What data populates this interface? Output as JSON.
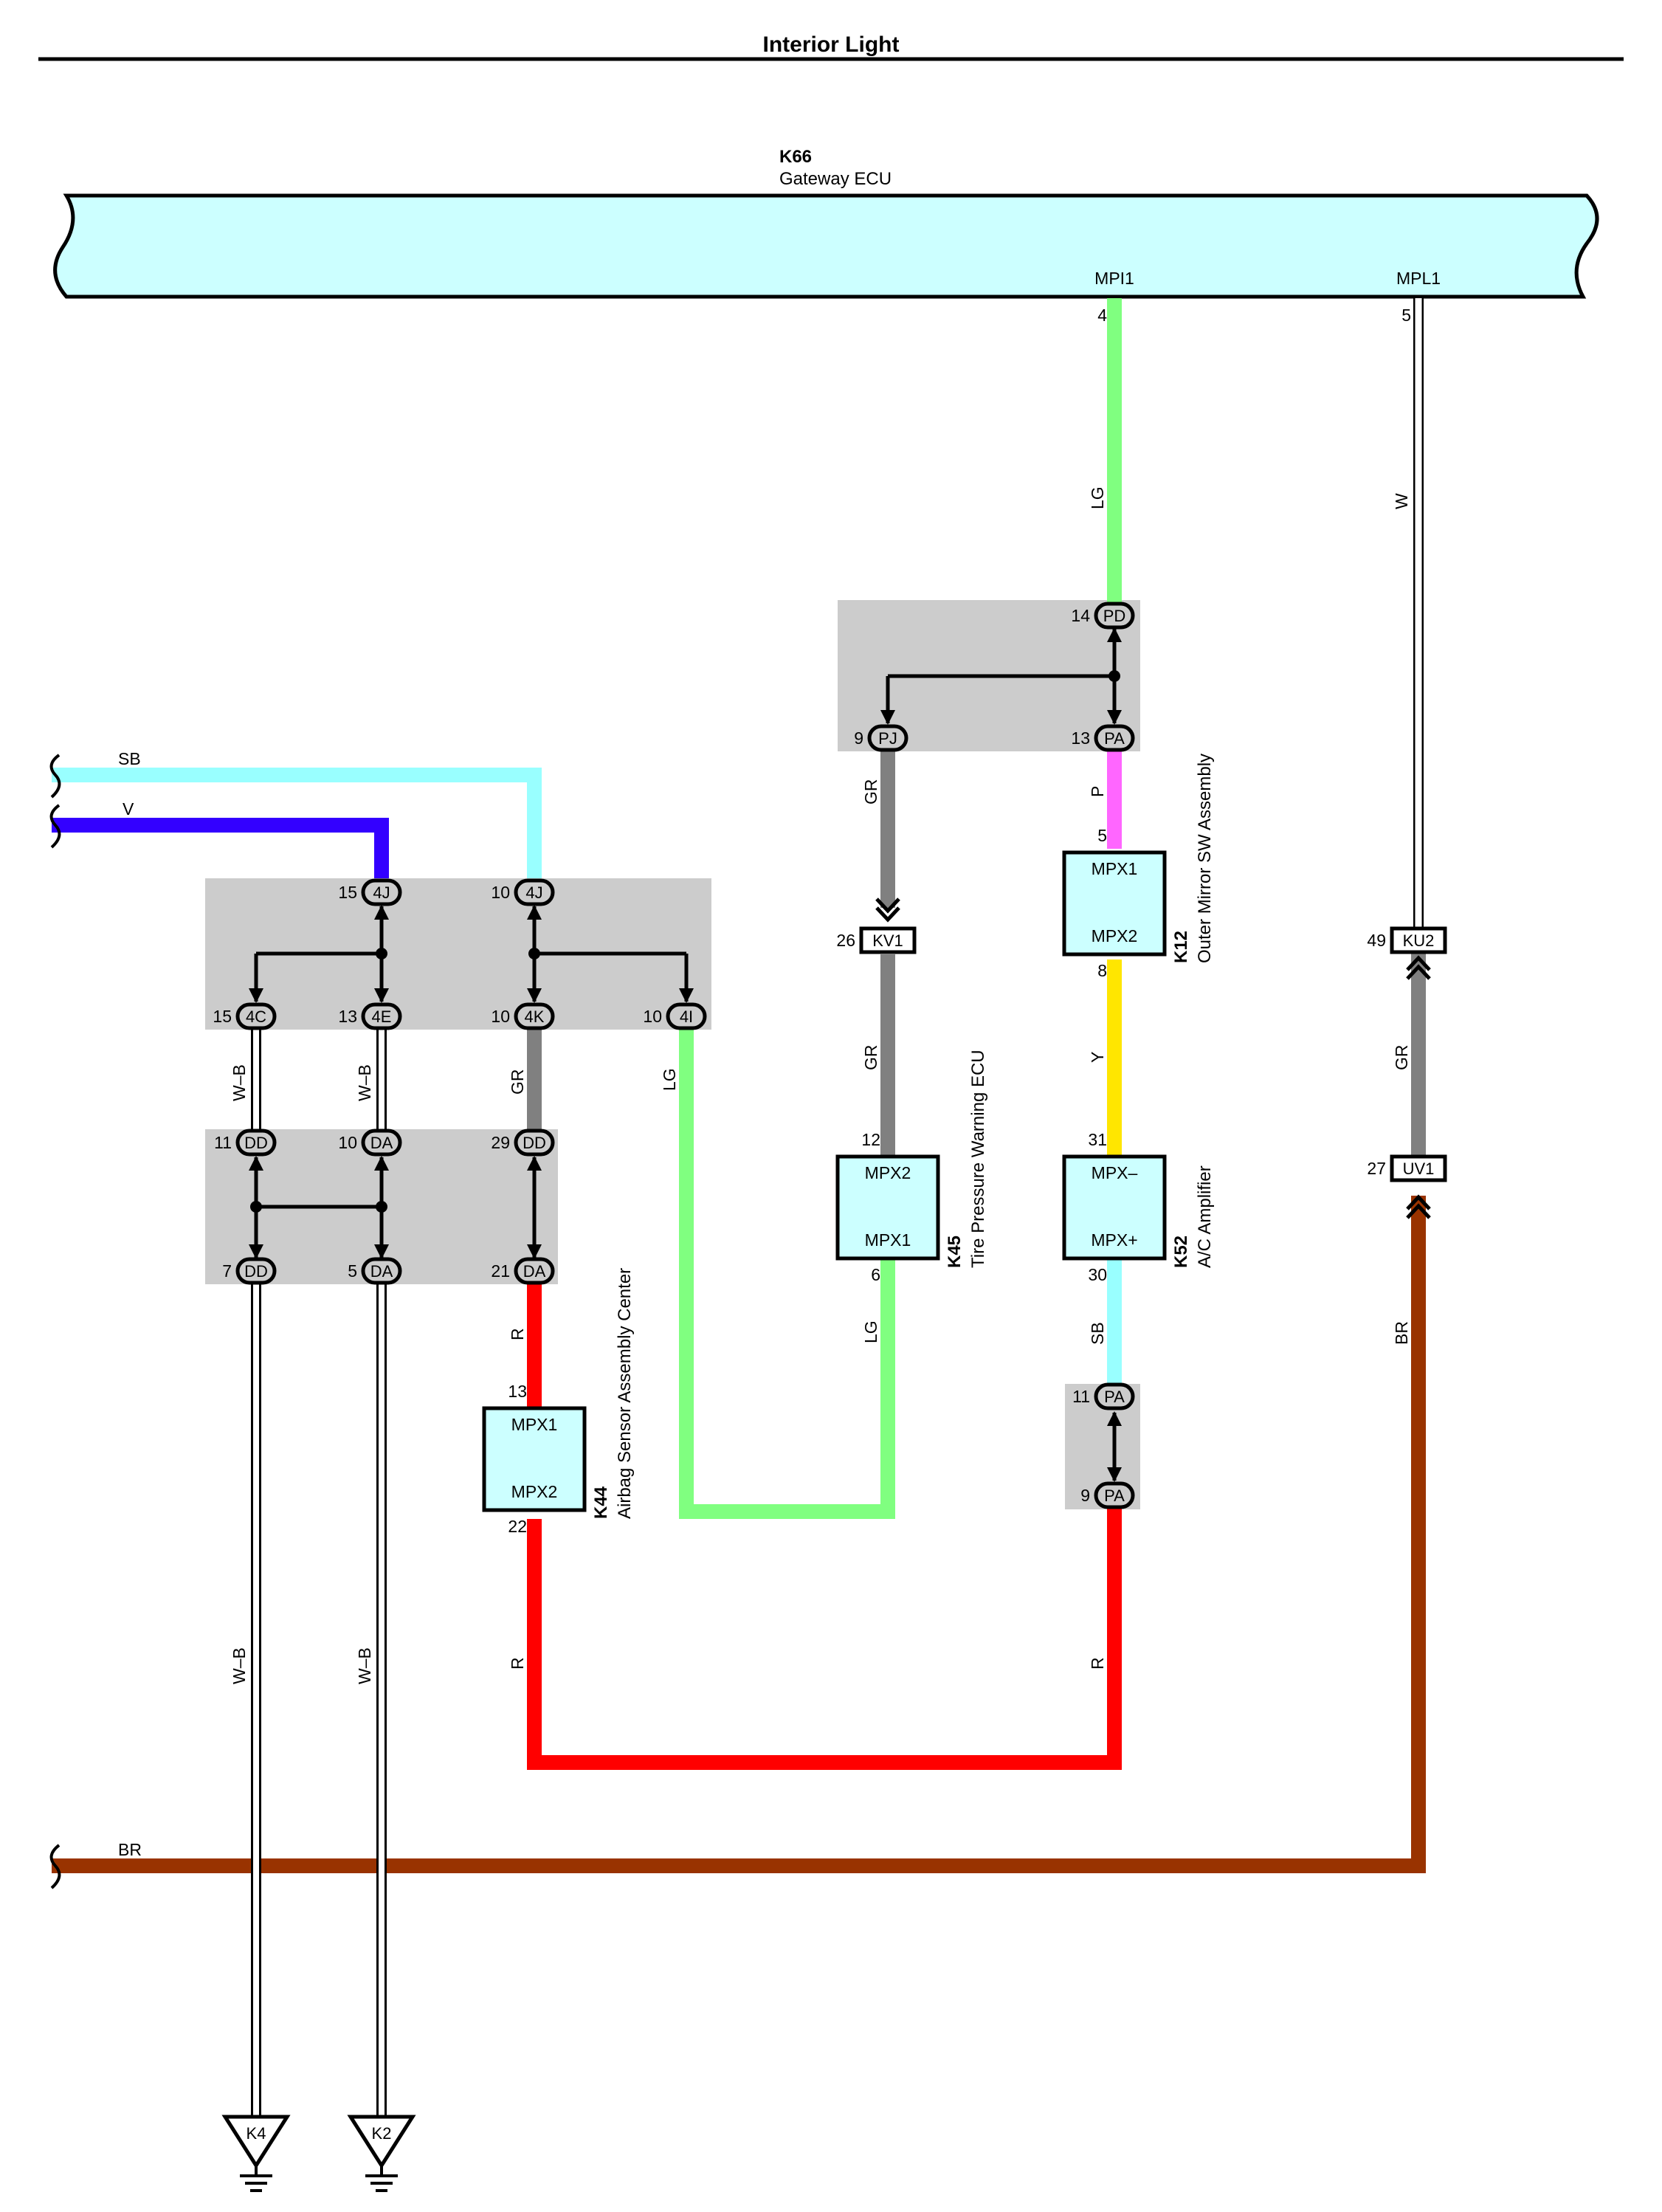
{
  "title": "Interior Light",
  "ecu": {
    "code": "K66",
    "name": "Gateway ECU",
    "pin_mpi_name": "MPI1",
    "pin_mpi_num": "4",
    "pin_mpl_name": "MPL1",
    "pin_mpl_num": "5"
  },
  "modules": {
    "k12": {
      "code": "K12",
      "name": "Outer Mirror SW Assembly",
      "top": "MPX1",
      "bottom": "MPX2",
      "pin_top": "5",
      "pin_bottom": "8"
    },
    "k52": {
      "code": "K52",
      "name": "A/C Amplifier",
      "top": "MPX–",
      "bottom": "MPX+",
      "pin_top": "31",
      "pin_bottom": "30"
    },
    "k45": {
      "code": "K45",
      "name": "Tire Pressure Warning ECU",
      "top": "MPX2",
      "bottom": "MPX1",
      "pin_top": "12",
      "pin_bottom": "6"
    },
    "k44": {
      "code": "K44",
      "name": "Airbag Sensor Assembly Center",
      "top": "MPX1",
      "bottom": "MPX2",
      "pin_top": "13",
      "pin_bottom": "22"
    }
  },
  "connectors": {
    "pd14": {
      "pin": "14",
      "name": "PD"
    },
    "pj9": {
      "pin": "9",
      "name": "PJ"
    },
    "pa13": {
      "pin": "13",
      "name": "PA"
    },
    "kv1": {
      "pin": "26",
      "name": "KV1"
    },
    "ku2": {
      "pin": "49",
      "name": "KU2"
    },
    "uv1": {
      "pin": "27",
      "name": "UV1"
    },
    "pa11": {
      "pin": "11",
      "name": "PA"
    },
    "pa9": {
      "pin": "9",
      "name": "PA"
    },
    "j4a": {
      "pin": "15",
      "name": "4J"
    },
    "j4b": {
      "pin": "10",
      "name": "4J"
    },
    "c4": {
      "pin": "15",
      "name": "4C"
    },
    "e4": {
      "pin": "13",
      "name": "4E"
    },
    "k4": {
      "pin": "10",
      "name": "4K"
    },
    "i4": {
      "pin": "10",
      "name": "4I"
    },
    "dd11": {
      "pin": "11",
      "name": "DD"
    },
    "da10": {
      "pin": "10",
      "name": "DA"
    },
    "dd29": {
      "pin": "29",
      "name": "DD"
    },
    "dd7": {
      "pin": "7",
      "name": "DD"
    },
    "da5": {
      "pin": "5",
      "name": "DA"
    },
    "da21": {
      "pin": "21",
      "name": "DA"
    }
  },
  "wires": {
    "lg_top": "LG",
    "w_right": "W",
    "gr_pj": "GR",
    "p": "P",
    "gr_kv1": "GR",
    "y": "Y",
    "gr_right": "GR",
    "lg_k45": "LG",
    "sb_k52": "SB",
    "br_right": "BR",
    "r_pa": "R",
    "sb_in": "SB",
    "v_in": "V",
    "br_in": "BR",
    "wb1": "W–B",
    "wb2": "W–B",
    "gr_4k": "GR",
    "lg_4i": "LG",
    "r_k44_top": "R",
    "wb3": "W–B",
    "wb4": "W–B",
    "r_k44_bot": "R"
  },
  "grounds": {
    "g1": "K4",
    "g2": "K2"
  },
  "colors": {
    "ecu_fill": "#ccffff",
    "module_fill": "#ccffff",
    "splice_fill": "#cccccc",
    "LG": "#80ff80",
    "GR": "#808080",
    "P": "#ff66ff",
    "Y": "#ffe600",
    "SB": "#99ffff",
    "V": "#3300ff",
    "R": "#ff0000",
    "BR": "#993300",
    "W": "#ffffff"
  }
}
